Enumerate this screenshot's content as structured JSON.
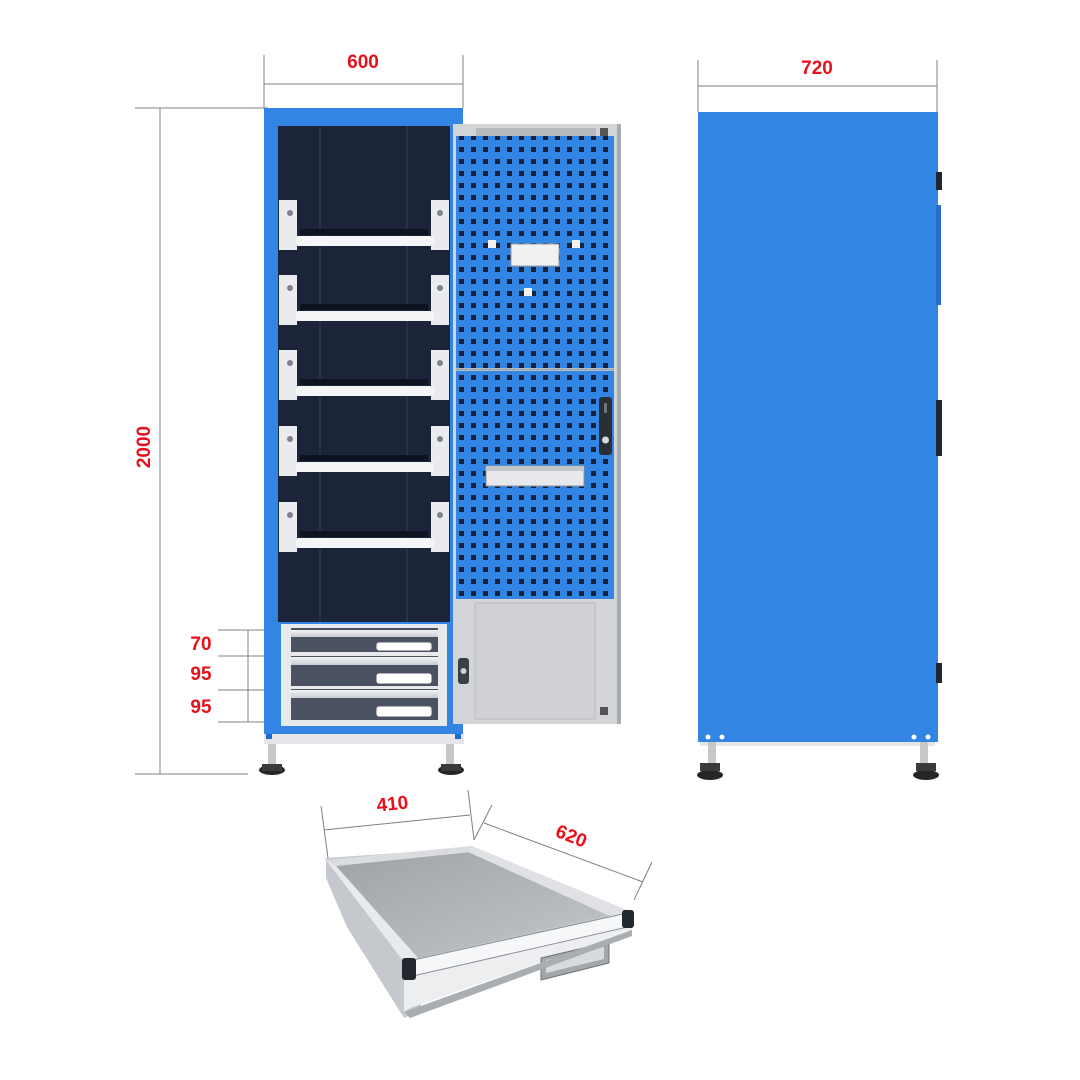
{
  "dimensions": {
    "cabinet_width": "600",
    "cabinet_depth": "720",
    "cabinet_height": "2000",
    "drawer_height_top": "70",
    "drawer_height_middle": "95",
    "drawer_height_bottom": "95",
    "drawer_inner_width": "410",
    "drawer_inner_depth": "620"
  },
  "colors": {
    "dimension_text": "#e8101b",
    "cabinet_blue": "#3285e3",
    "cabinet_blue_dark": "#1d6ad0",
    "interior_navy": "#1b2438",
    "panel_grey": "#d2d4d8",
    "dimension_line": "#808080"
  }
}
